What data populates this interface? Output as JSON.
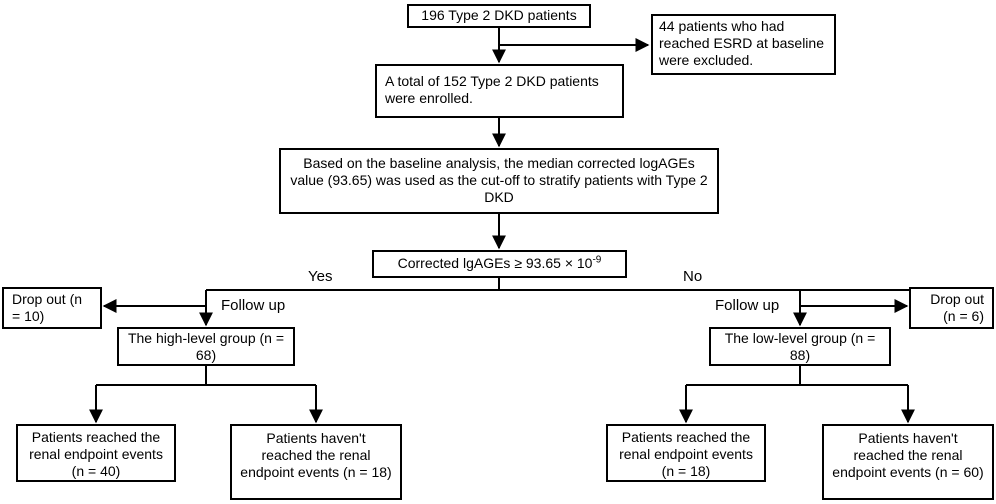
{
  "nodes": {
    "total": "196 Type 2 DKD patients",
    "excluded": "44 patients who had reached ESRD at baseline were excluded.",
    "enrolled": "A total of 152 Type 2 DKD patients were enrolled.",
    "cutoff": "Based on the baseline analysis, the median corrected logAGEs value (93.65) was used as the cut-off to stratify patients with Type 2 DKD",
    "criterion": {
      "text": "Corrected lgAGEs ≥ 93.65 × 10",
      "exponent": "-9"
    },
    "dropout_left": "Drop out (n = 10)",
    "dropout_right": "Drop out (n = 6)",
    "high_group": "The high-level group (n = 68)",
    "low_group": "The low-level group (n = 88)",
    "high_reached": "Patients reached the renal endpoint events (n = 40)",
    "high_not_reached": "Patients haven't reached the renal endpoint events (n = 18)",
    "low_reached": "Patients reached the renal endpoint events (n = 18)",
    "low_not_reached": "Patients haven't reached the renal endpoint events (n = 60)"
  },
  "labels": {
    "yes": "Yes",
    "no": "No",
    "follow_up_left": "Follow up",
    "follow_up_right": "Follow up"
  }
}
